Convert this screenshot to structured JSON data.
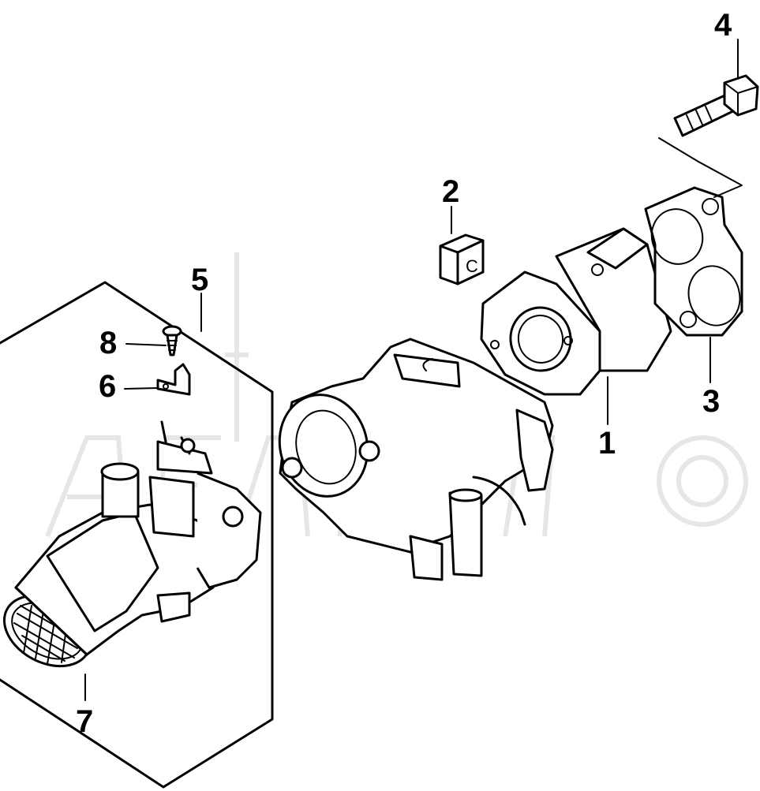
{
  "callouts": {
    "c1": "1",
    "c2": "2",
    "c3": "3",
    "c4": "4",
    "c5": "5",
    "c6": "6",
    "c7": "7",
    "c8": "8"
  },
  "part2_letter": "C",
  "colors": {
    "line": "#000000",
    "background": "#ffffff",
    "watermark": "#e6e6e6"
  }
}
